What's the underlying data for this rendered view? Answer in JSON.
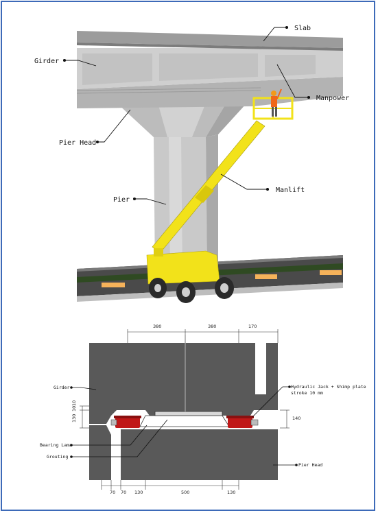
{
  "scene": {
    "labels": {
      "slab": "Slab",
      "girder": "Girder",
      "manpower": "Manpower",
      "pier_head": "Pier Head",
      "manlift": "Manlift",
      "pier": "Pier"
    }
  },
  "section": {
    "labels": {
      "girder": "Girder",
      "jack_line1": "Hydraulic Jack + Shimp plate",
      "jack_line2": "stroke 10 mm",
      "bearing": "Bearing Lama",
      "grouting": "Grouting",
      "pier_head": "Pier Head"
    },
    "dims_top": [
      "380",
      "380",
      "170"
    ],
    "dims_bottom": [
      "70",
      "70",
      "130",
      "500",
      "130"
    ],
    "dims_left": [
      "10",
      "10",
      "130"
    ],
    "dims_right": [
      "140"
    ]
  },
  "colors": {
    "frame": "#3d6ab8",
    "concrete": "#c9c9c9",
    "manlift": "#f2e21a",
    "section_fill": "#595959",
    "jack": "#c01818"
  }
}
